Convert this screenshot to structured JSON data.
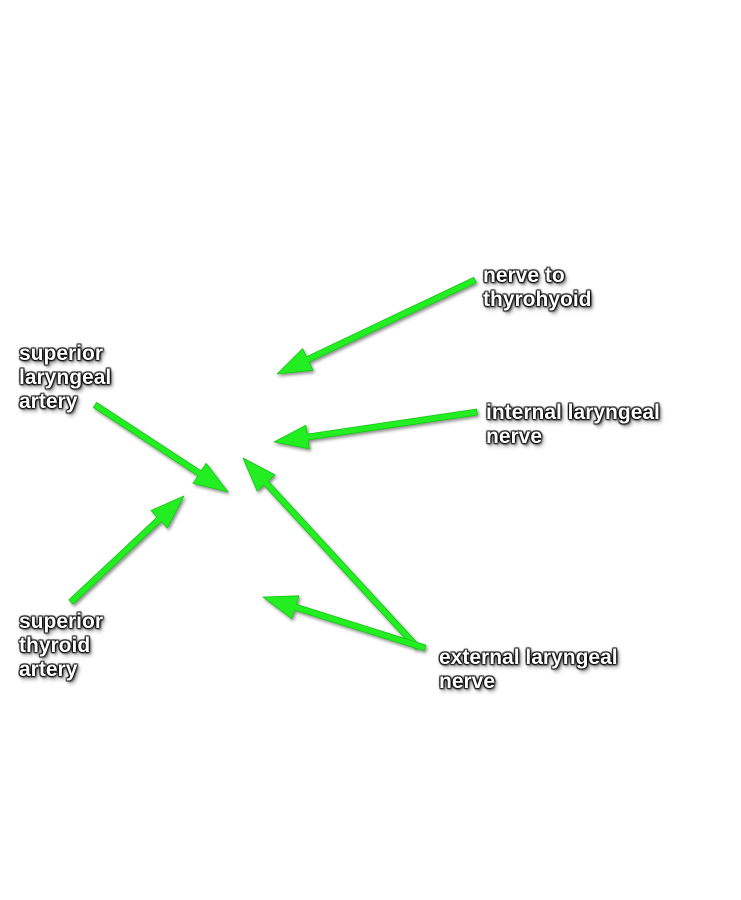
{
  "colors": {
    "arrow": "#22ee22",
    "label_text": "#ffffff",
    "label_outline": "#000000"
  },
  "labels": {
    "nerve_to_thyrohyoid": [
      "nerve to",
      "thyrohyoid"
    ],
    "internal_laryngeal_nerve": [
      "internal laryngeal",
      "nerve"
    ],
    "superior_laryngeal_artery": [
      "superior",
      "laryngeal",
      "artery"
    ],
    "superior_thyroid_artery": [
      "superior",
      "thyroid",
      "artery"
    ],
    "external_laryngeal_nerve": [
      "external laryngeal",
      "nerve"
    ]
  }
}
